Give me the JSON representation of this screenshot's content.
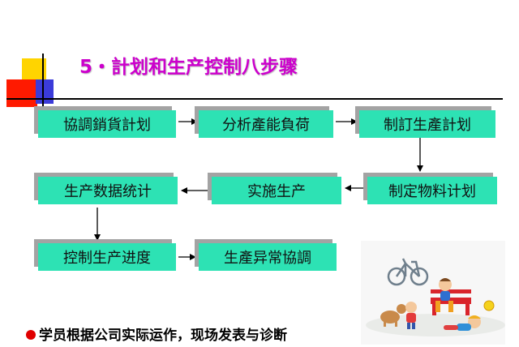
{
  "title": "5・計划和生产控制八步骤",
  "flow": {
    "nodes": [
      {
        "id": "n1",
        "label": "協調銷貨計划"
      },
      {
        "id": "n2",
        "label": "分析產能負荷"
      },
      {
        "id": "n3",
        "label": "制訂生產計划"
      },
      {
        "id": "n4",
        "label": "制定物料计划"
      },
      {
        "id": "n5",
        "label": "实施生产"
      },
      {
        "id": "n6",
        "label": "生产数据统计"
      },
      {
        "id": "n7",
        "label": "控制生产进度"
      },
      {
        "id": "n8",
        "label": "生產异常協調"
      }
    ],
    "edges": [
      {
        "from": "n1",
        "to": "n2"
      },
      {
        "from": "n2",
        "to": "n3"
      },
      {
        "from": "n3",
        "to": "n4"
      },
      {
        "from": "n4",
        "to": "n5"
      },
      {
        "from": "n5",
        "to": "n6"
      },
      {
        "from": "n6",
        "to": "n7"
      },
      {
        "from": "n7",
        "to": "n8"
      }
    ]
  },
  "note": "学员根据公司实际运作，现场发表与诊断",
  "colors": {
    "title": "#cc00cc",
    "node_fill": "#2de2b4",
    "node_shadow": "#a3a3a3",
    "bullet": "#e00000",
    "accent_yellow": "#ffd400",
    "accent_red": "#ff1a00",
    "accent_blue": "#3b3bd9"
  },
  "photo": {
    "icon": "children-playing-illustration"
  }
}
